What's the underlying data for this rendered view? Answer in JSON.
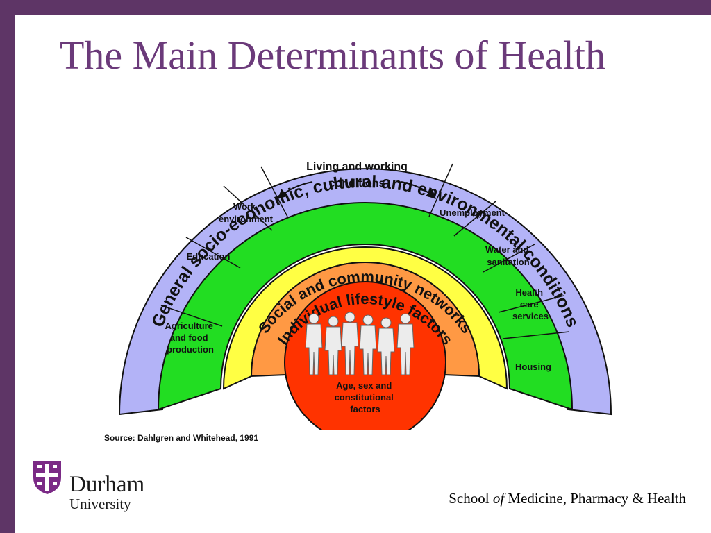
{
  "slide": {
    "title": "The Main Determinants of Health",
    "colors": {
      "frame": "#5e3566",
      "title": "#6b3a7a",
      "outer_band": "#b3b3f7",
      "living_working": "#22dd22",
      "social_community": "#ffff44",
      "lifestyle": "#ff9944",
      "core": "#ff3300"
    }
  },
  "diagram": {
    "outer_band_text": "General socio-economic, cultural and environmental conditions",
    "social_band_text": "Social and community networks",
    "lifestyle_band_text": "Individual lifestyle factors",
    "living_header_line1": "Living and working",
    "living_header_line2": "conditions",
    "left_sectors": [
      {
        "lines": [
          "Agriculture",
          "and food",
          "production"
        ]
      },
      {
        "lines": [
          "Education"
        ]
      },
      {
        "lines": [
          "Work",
          "environment"
        ]
      }
    ],
    "right_sectors": [
      {
        "lines": [
          "Unemployment"
        ]
      },
      {
        "lines": [
          "Water and",
          "sanitation"
        ]
      },
      {
        "lines": [
          "Health",
          "care",
          "services"
        ]
      },
      {
        "lines": [
          "Housing"
        ]
      }
    ],
    "core_lines": [
      "Age, sex and",
      "constitutional",
      "factors"
    ],
    "source": "Source: Dahlgren and Whitehead, 1991"
  },
  "footer": {
    "logo_name": "Durham",
    "logo_sub": "University",
    "school_pre": "School ",
    "school_of": "of",
    "school_post": " Medicine, Pharmacy & Health"
  }
}
